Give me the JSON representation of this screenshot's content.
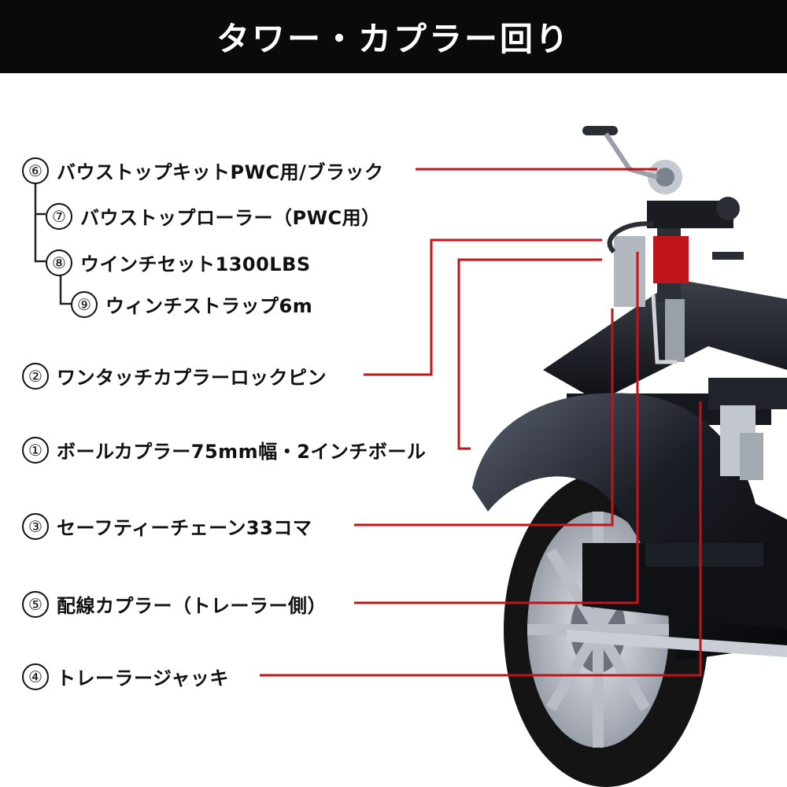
{
  "header": {
    "title": "タワー・カプラー回り"
  },
  "labels": [
    {
      "num": "⑥",
      "text": "バウストップキットPWC用/ブラック"
    },
    {
      "num": "⑦",
      "text": "バウストップローラー（PWC用）"
    },
    {
      "num": "⑧",
      "text": "ウインチセット1300LBS"
    },
    {
      "num": "⑨",
      "text": "ウィンチストラップ6m"
    },
    {
      "num": "②",
      "text": "ワンタッチカプラーロックピン"
    },
    {
      "num": "①",
      "text": "ボールカプラー75mm幅・2インチボール"
    },
    {
      "num": "③",
      "text": "セーフティーチェーン33コマ"
    },
    {
      "num": "⑤",
      "text": "配線カプラー（トレーラー側）"
    },
    {
      "num": "④",
      "text": "トレーラージャッキ"
    }
  ],
  "colors": {
    "header_bg": "#0a0a0a",
    "leader_line": "#c0141b"
  }
}
